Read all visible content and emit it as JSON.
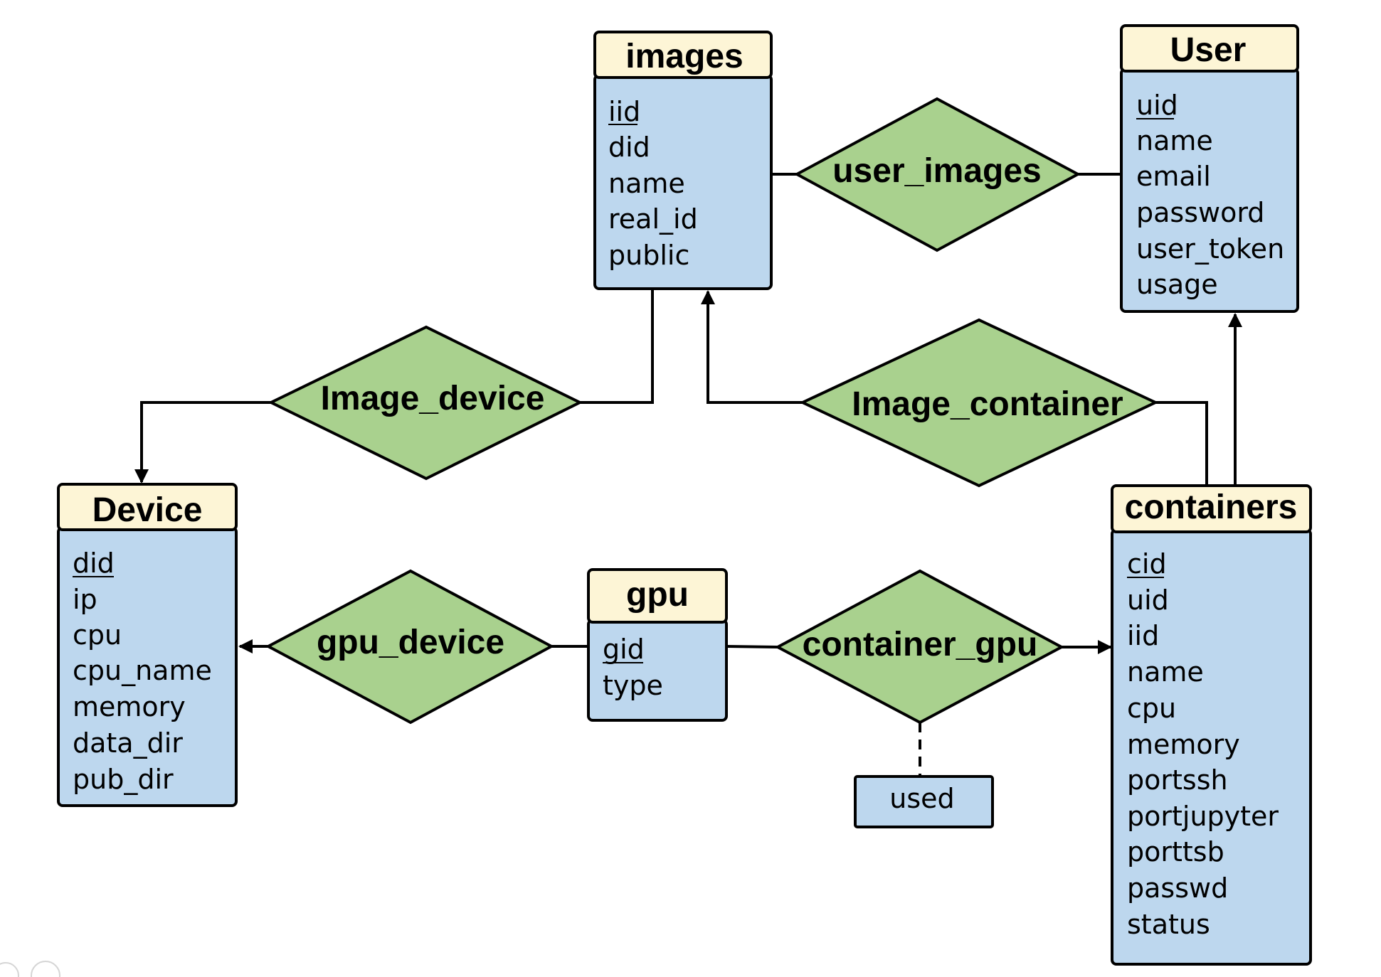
{
  "entities": {
    "images": {
      "title": "images",
      "attributes": [
        "iid",
        "did",
        "name",
        "real_id",
        "public"
      ],
      "key": "iid"
    },
    "user": {
      "title": "User",
      "attributes": [
        "uid",
        "name",
        "email",
        "password",
        "user_token",
        "usage"
      ],
      "key": "uid"
    },
    "device": {
      "title": "Device",
      "attributes": [
        "did",
        "ip",
        "cpu",
        "cpu_name",
        "memory",
        "data_dir",
        "pub_dir"
      ],
      "key": "did"
    },
    "gpu": {
      "title": "gpu",
      "attributes": [
        "gid",
        "type"
      ],
      "key": "gid"
    },
    "containers": {
      "title": "containers",
      "attributes": [
        "cid",
        "uid",
        "iid",
        "name",
        "cpu",
        "memory",
        "portssh",
        "portjupyter",
        "porttsb",
        "passwd",
        "status"
      ],
      "key": "cid"
    }
  },
  "relationships": {
    "user_images": "user_images",
    "image_device": "Image_device",
    "image_container": "Image_container",
    "gpu_device": "gpu_device",
    "container_gpu": "container_gpu"
  },
  "relationship_attributes": {
    "used": "used"
  },
  "colors": {
    "header_fill": "#fdf5d6",
    "body_fill": "#bdd7ee",
    "diamond_fill": "#a9d18e",
    "stroke": "#000000"
  }
}
